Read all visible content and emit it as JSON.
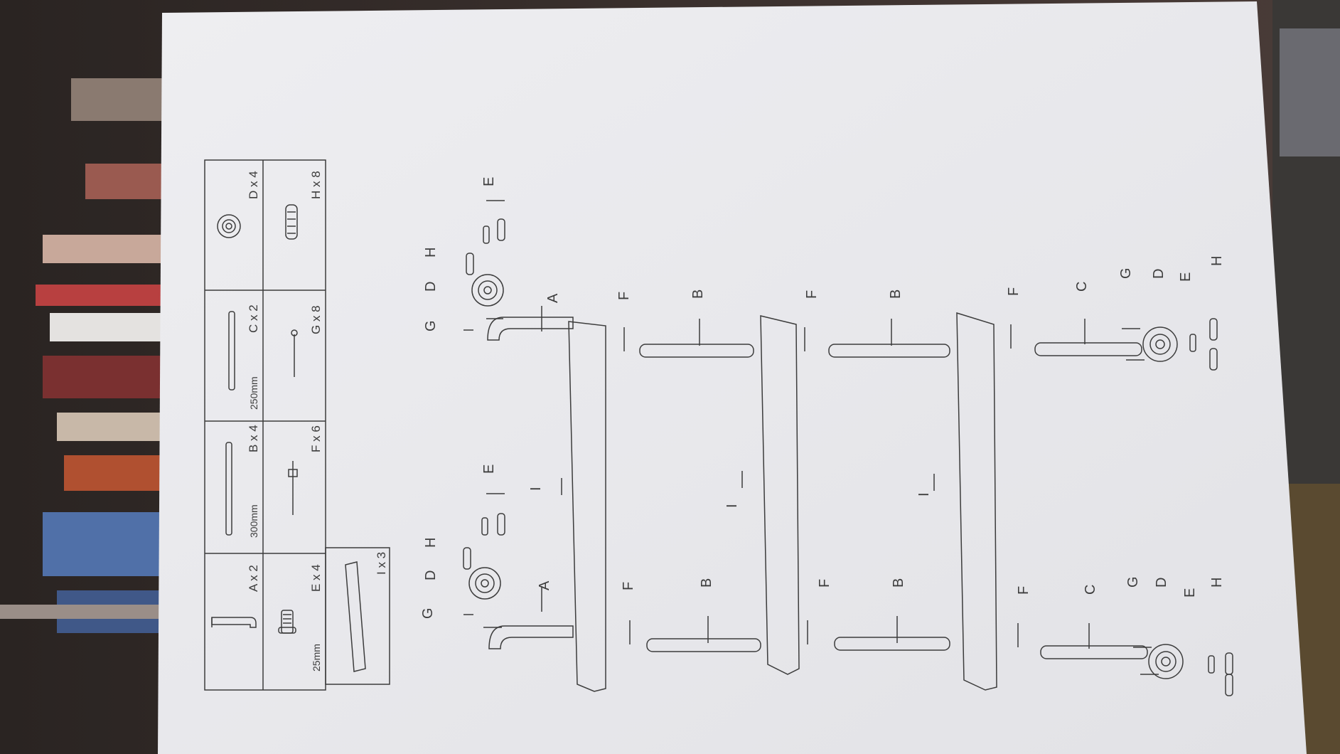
{
  "document": {
    "type": "assembly instructions sheet",
    "parts_table": [
      {
        "letter": "A",
        "qty_label": "A x 2",
        "size": ""
      },
      {
        "letter": "B",
        "qty_label": "B x 4",
        "size": "300mm"
      },
      {
        "letter": "C",
        "qty_label": "C x 2",
        "size": "250mm"
      },
      {
        "letter": "D",
        "qty_label": "D x 4",
        "size": ""
      },
      {
        "letter": "E",
        "qty_label": "E x 4",
        "size": "25mm"
      },
      {
        "letter": "F",
        "qty_label": "F x 6",
        "size": ""
      },
      {
        "letter": "G",
        "qty_label": "G x 8",
        "size": ""
      },
      {
        "letter": "H",
        "qty_label": "H x 8",
        "size": ""
      },
      {
        "letter": "I",
        "qty_label": "I x 3",
        "size": ""
      }
    ],
    "callouts": {
      "a": "A",
      "b": "B",
      "c": "C",
      "d": "D",
      "e": "E",
      "f": "F",
      "g": "G",
      "h": "H",
      "i": "I"
    }
  },
  "colors": {
    "paper": "#ebebee",
    "ink": "#3c3c3c",
    "background_shadow": "#2e2826",
    "bookshelf": "#5a4038"
  }
}
